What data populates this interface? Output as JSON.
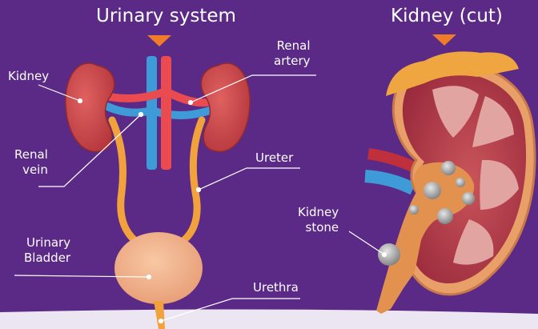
{
  "titles": {
    "left": "Urinary system",
    "right": "Kidney (cut)"
  },
  "labels": {
    "kidney": "Kidney",
    "renal_artery": "Renal\nartery",
    "renal_vein": "Renal\nvein",
    "ureter": "Ureter",
    "urinary_bladder": "Urinary\nBladder",
    "urethra": "Urethra",
    "kidney_stone": "Kidney\nstone"
  },
  "colors": {
    "background": "#5b2a86",
    "accent_arrow": "#f07c2a",
    "kidney": "#d5484c",
    "artery": "#ea4b50",
    "vein": "#3f9ad8",
    "ureter": "#f2a23c",
    "bladder": "#f2b48c"
  }
}
